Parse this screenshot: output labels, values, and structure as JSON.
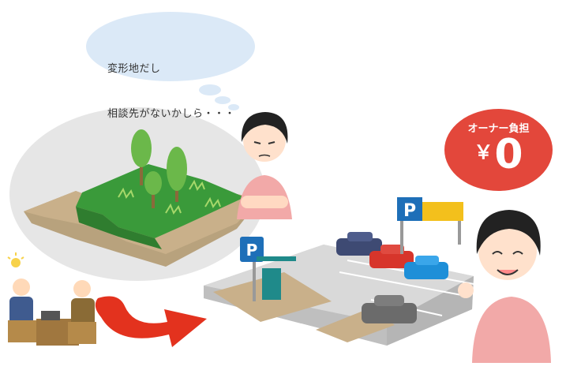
{
  "thought_bubble": {
    "lines": [
      "変形地だし",
      "相談先がないかしら・・・"
    ]
  },
  "owner_cost_badge": {
    "label": "オーナー負担",
    "currency": "￥",
    "amount": "0"
  },
  "parking_signs": {
    "large_sign_letter": "P",
    "small_sign_letter": "P"
  },
  "colors": {
    "grass": "#3a9a3a",
    "badge": "#e3473b",
    "arrow": "#e3321e",
    "sign_blue": "#1e6fb8",
    "sign_yellow": "#f3c01c",
    "woman_shirt": "#f2a9a8"
  },
  "icons": [
    "thought-bubble-icon",
    "tree-icon",
    "lightbulb-icon",
    "curved-arrow-icon",
    "parking-sign-icon",
    "ticket-machine-icon",
    "car-icon"
  ]
}
